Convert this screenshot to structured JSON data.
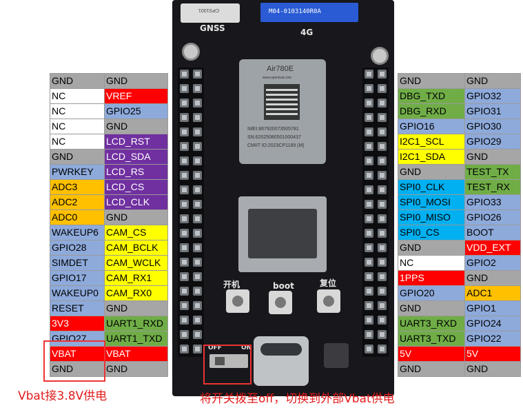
{
  "left_pins": [
    {
      "a": "GND",
      "a_bg": "#a6a6a6",
      "a_fg": "#000000",
      "b": "GND",
      "b_bg": "#a6a6a6",
      "b_fg": "#000000"
    },
    {
      "a": "NC",
      "a_bg": "#ffffff",
      "a_fg": "#000000",
      "b": "VREF",
      "b_bg": "#ff0000",
      "b_fg": "#ffffff"
    },
    {
      "a": "NC",
      "a_bg": "#ffffff",
      "a_fg": "#000000",
      "b": "GPIO25",
      "b_bg": "#8eaadb",
      "b_fg": "#000000"
    },
    {
      "a": "NC",
      "a_bg": "#ffffff",
      "a_fg": "#000000",
      "b": "GND",
      "b_bg": "#a6a6a6",
      "b_fg": "#000000"
    },
    {
      "a": "NC",
      "a_bg": "#ffffff",
      "a_fg": "#000000",
      "b": "LCD_RST",
      "b_bg": "#7030a0",
      "b_fg": "#ffffff"
    },
    {
      "a": "GND",
      "a_bg": "#a6a6a6",
      "a_fg": "#000000",
      "b": "LCD_SDA",
      "b_bg": "#7030a0",
      "b_fg": "#ffffff"
    },
    {
      "a": "PWRKEY",
      "a_bg": "#8eaadb",
      "a_fg": "#000000",
      "b": "LCD_RS",
      "b_bg": "#7030a0",
      "b_fg": "#ffffff"
    },
    {
      "a": "ADC3",
      "a_bg": "#ffc000",
      "a_fg": "#000000",
      "b": "LCD_CS",
      "b_bg": "#7030a0",
      "b_fg": "#ffffff"
    },
    {
      "a": "ADC2",
      "a_bg": "#ffc000",
      "a_fg": "#000000",
      "b": "LCD_CLK",
      "b_bg": "#7030a0",
      "b_fg": "#ffffff"
    },
    {
      "a": "ADC0",
      "a_bg": "#ffc000",
      "a_fg": "#000000",
      "b": "GND",
      "b_bg": "#a6a6a6",
      "b_fg": "#000000"
    },
    {
      "a": "WAKEUP6",
      "a_bg": "#8eaadb",
      "a_fg": "#000000",
      "b": "CAM_CS",
      "b_bg": "#ffff00",
      "b_fg": "#000000"
    },
    {
      "a": "GPIO28",
      "a_bg": "#8eaadb",
      "a_fg": "#000000",
      "b": "CAM_BCLK",
      "b_bg": "#ffff00",
      "b_fg": "#000000"
    },
    {
      "a": "SIMDET",
      "a_bg": "#8eaadb",
      "a_fg": "#000000",
      "b": "CAM_WCLK",
      "b_bg": "#ffff00",
      "b_fg": "#000000"
    },
    {
      "a": "GPIO17",
      "a_bg": "#8eaadb",
      "a_fg": "#000000",
      "b": "CAM_RX1",
      "b_bg": "#ffff00",
      "b_fg": "#000000"
    },
    {
      "a": "WAKEUP0",
      "a_bg": "#8eaadb",
      "a_fg": "#000000",
      "b": "CAM_RX0",
      "b_bg": "#ffff00",
      "b_fg": "#000000"
    },
    {
      "a": "RESET",
      "a_bg": "#8eaadb",
      "a_fg": "#000000",
      "b": "GND",
      "b_bg": "#a6a6a6",
      "b_fg": "#000000"
    },
    {
      "a": "3V3",
      "a_bg": "#ff0000",
      "a_fg": "#ffffff",
      "b": "UART1_RXD",
      "b_bg": "#70ad47",
      "b_fg": "#000000"
    },
    {
      "a": "GPIO27",
      "a_bg": "#8eaadb",
      "a_fg": "#000000",
      "b": "UART1_TXD",
      "b_bg": "#70ad47",
      "b_fg": "#000000"
    },
    {
      "a": "VBAT",
      "a_bg": "#ff0000",
      "a_fg": "#ffffff",
      "b": "VBAT",
      "b_bg": "#ff0000",
      "b_fg": "#ffffff"
    },
    {
      "a": "GND",
      "a_bg": "#a6a6a6",
      "a_fg": "#000000",
      "b": "GND",
      "b_bg": "#a6a6a6",
      "b_fg": "#000000"
    }
  ],
  "right_pins": [
    {
      "a": "GND",
      "a_bg": "#a6a6a6",
      "a_fg": "#000000",
      "b": "GND",
      "b_bg": "#a6a6a6",
      "b_fg": "#000000"
    },
    {
      "a": "DBG_TXD",
      "a_bg": "#70ad47",
      "a_fg": "#000000",
      "b": "GPIO32",
      "b_bg": "#8eaadb",
      "b_fg": "#000000"
    },
    {
      "a": "DBG_RXD",
      "a_bg": "#70ad47",
      "a_fg": "#000000",
      "b": "GPIO31",
      "b_bg": "#8eaadb",
      "b_fg": "#000000"
    },
    {
      "a": "GPIO16",
      "a_bg": "#8eaadb",
      "a_fg": "#000000",
      "b": "GPIO30",
      "b_bg": "#8eaadb",
      "b_fg": "#000000"
    },
    {
      "a": "I2C1_SCL",
      "a_bg": "#ffff00",
      "a_fg": "#000000",
      "b": "GPIO29",
      "b_bg": "#8eaadb",
      "b_fg": "#000000"
    },
    {
      "a": "I2C1_SDA",
      "a_bg": "#ffff00",
      "a_fg": "#000000",
      "b": "GND",
      "b_bg": "#a6a6a6",
      "b_fg": "#000000"
    },
    {
      "a": "GND",
      "a_bg": "#a6a6a6",
      "a_fg": "#000000",
      "b": "TEST_TX",
      "b_bg": "#70ad47",
      "b_fg": "#000000"
    },
    {
      "a": "SPI0_CLK",
      "a_bg": "#00b0f0",
      "a_fg": "#000000",
      "b": "TEST_RX",
      "b_bg": "#70ad47",
      "b_fg": "#000000"
    },
    {
      "a": "SPI0_MOSI",
      "a_bg": "#00b0f0",
      "a_fg": "#000000",
      "b": "GPIO33",
      "b_bg": "#8eaadb",
      "b_fg": "#000000"
    },
    {
      "a": "SPI0_MISO",
      "a_bg": "#00b0f0",
      "a_fg": "#000000",
      "b": "GPIO26",
      "b_bg": "#8eaadb",
      "b_fg": "#000000"
    },
    {
      "a": "SPI0_CS",
      "a_bg": "#00b0f0",
      "a_fg": "#000000",
      "b": "BOOT",
      "b_bg": "#8eaadb",
      "b_fg": "#000000"
    },
    {
      "a": "GND",
      "a_bg": "#a6a6a6",
      "a_fg": "#000000",
      "b": "VDD_EXT",
      "b_bg": "#ff0000",
      "b_fg": "#ffffff"
    },
    {
      "a": "NC",
      "a_bg": "#ffffff",
      "a_fg": "#000000",
      "b": "GPIO2",
      "b_bg": "#8eaadb",
      "b_fg": "#000000"
    },
    {
      "a": "1PPS",
      "a_bg": "#ff0000",
      "a_fg": "#ffffff",
      "b": "GND",
      "b_bg": "#a6a6a6",
      "b_fg": "#000000"
    },
    {
      "a": "GPIO20",
      "a_bg": "#8eaadb",
      "a_fg": "#000000",
      "b": "ADC1",
      "b_bg": "#ffc000",
      "b_fg": "#000000"
    },
    {
      "a": "GND",
      "a_bg": "#a6a6a6",
      "a_fg": "#000000",
      "b": "GPIO1",
      "b_bg": "#8eaadb",
      "b_fg": "#000000"
    },
    {
      "a": "UART3_RXD",
      "a_bg": "#70ad47",
      "a_fg": "#000000",
      "b": "GPIO24",
      "b_bg": "#8eaadb",
      "b_fg": "#000000"
    },
    {
      "a": "UART3_TXD",
      "a_bg": "#70ad47",
      "a_fg": "#000000",
      "b": "GPIO22",
      "b_bg": "#8eaadb",
      "b_fg": "#000000"
    },
    {
      "a": "5V",
      "a_bg": "#ff0000",
      "a_fg": "#ffffff",
      "b": "5V",
      "b_bg": "#ff0000",
      "b_fg": "#ffffff"
    },
    {
      "a": "GND",
      "a_bg": "#a6a6a6",
      "a_fg": "#000000",
      "b": "GND",
      "b_bg": "#a6a6a6",
      "b_fg": "#000000"
    }
  ],
  "board": {
    "gnss_label": "GNSS",
    "lte_label": "4G",
    "antenna_sticker": "M04-0103140R0A",
    "module_name": "Air780E",
    "module_site": "www.openluat.com",
    "module_imei": "IMEI:867920073505781",
    "module_sn": "SN:62025080501000437",
    "module_cmiit": "CMIIT ID:2023CP1189 (M)",
    "gps_chip": "CPS1001",
    "btn_power": "开机",
    "btn_boot": "boot",
    "btn_reset": "复位",
    "switch_off": "OFF",
    "switch_on": "ON",
    "colors": {
      "pcb": "#17171c",
      "pin": "#bfc3c7",
      "module": "#9ea3a8",
      "annotation": "#e21b1b"
    }
  },
  "notes": {
    "vbat": "Vbat接3.8V供电",
    "switch": "将开关拨至off，切换到外部Vbat供电"
  }
}
